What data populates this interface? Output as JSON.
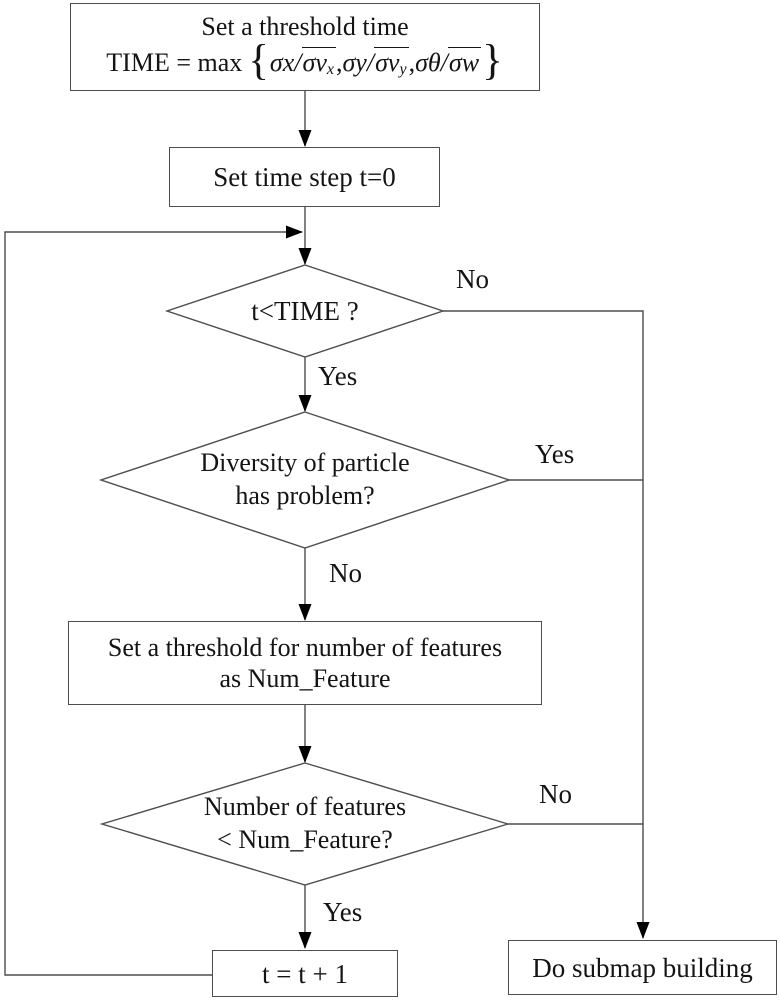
{
  "nodes": {
    "threshold_time": {
      "line1": "Set a threshold time",
      "formula_prefix": "TIME = max",
      "brace_open": "{",
      "term1_num": "σx/",
      "term1_den": "σv",
      "term1_sub": "x",
      "comma1": ",",
      "term2_num": "σy/",
      "term2_den": "σv",
      "term2_sub": "y",
      "comma2": ",",
      "term3_num": "σθ/",
      "term3_den": "σw",
      "brace_close": "}"
    },
    "set_time_step": {
      "label": "Set time step t=0"
    },
    "decision_time": {
      "label": "t<TIME ?"
    },
    "decision_diversity": {
      "line1": "Diversity of particle",
      "line2": "has problem?"
    },
    "threshold_features": {
      "line1": "Set a threshold for number of features",
      "line2": "as Num_Feature"
    },
    "decision_features": {
      "line1": "Number of features",
      "line2": "< Num_Feature?"
    },
    "increment": {
      "label": "t = t + 1"
    },
    "submap": {
      "label": "Do submap building"
    }
  },
  "edge_labels": {
    "time_no": "No",
    "time_yes": "Yes",
    "diversity_yes": "Yes",
    "diversity_no": "No",
    "features_no": "No",
    "features_yes": "Yes"
  },
  "colors": {
    "line": "#4d4d4d",
    "arrow": "#000000",
    "text": "#141414",
    "background": "#ffffff"
  }
}
